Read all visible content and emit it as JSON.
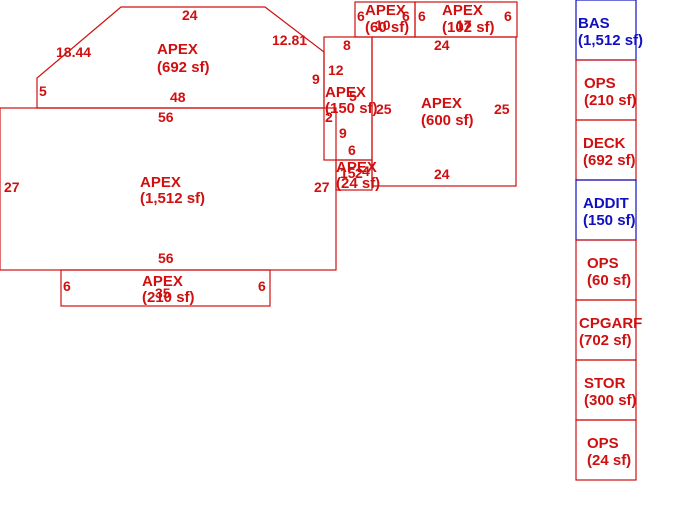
{
  "colors": {
    "drawing": "#d01010",
    "highlight": "#1010c0",
    "background": "#ffffff"
  },
  "areas": [
    {
      "id": "upper-left",
      "label": "APEX",
      "area": "(692 sf)"
    },
    {
      "id": "main",
      "label": "APEX",
      "area": "(1,512 sf)"
    },
    {
      "id": "bottom",
      "label": "APEX",
      "area": "(210 sf)"
    },
    {
      "id": "narrow",
      "label": "APEX",
      "area": "(150 sf)"
    },
    {
      "id": "small-lower",
      "label": "APEX",
      "area": "(24 sf)"
    },
    {
      "id": "right-block",
      "label": "APEX",
      "area": "(600 sf)"
    },
    {
      "id": "top-small-left",
      "label": "APEX",
      "area": "(60 sf)"
    },
    {
      "id": "top-small-right",
      "label": "APEX",
      "area": "(102 sf)"
    }
  ],
  "dimensions": [
    "24",
    "18.44",
    "12.81",
    "5",
    "9",
    "48",
    "56",
    "27",
    "27",
    "56",
    "6",
    "6",
    "35",
    "8",
    "12",
    "2",
    "9",
    "6",
    "24",
    "24",
    "25",
    "25",
    "6",
    "10",
    "6",
    "6",
    "17",
    "6",
    "5",
    "15",
    "2",
    "4"
  ],
  "legend": [
    {
      "code": "BAS",
      "area": "(1,512 sf)",
      "color": "#1010c0"
    },
    {
      "code": "OPS",
      "area": "(210 sf)",
      "color": "#d01010"
    },
    {
      "code": "DECK",
      "area": "(692 sf)",
      "color": "#d01010"
    },
    {
      "code": "ADDIT",
      "area": "(150 sf)",
      "color": "#1010c0"
    },
    {
      "code": "OPS",
      "area": "(60 sf)",
      "color": "#d01010"
    },
    {
      "code": "CPGARF",
      "area": "(702 sf)",
      "color": "#d01010"
    },
    {
      "code": "STOR",
      "area": "(300 sf)",
      "color": "#d01010"
    },
    {
      "code": "OPS",
      "area": "(24 sf)",
      "color": "#d01010"
    }
  ]
}
